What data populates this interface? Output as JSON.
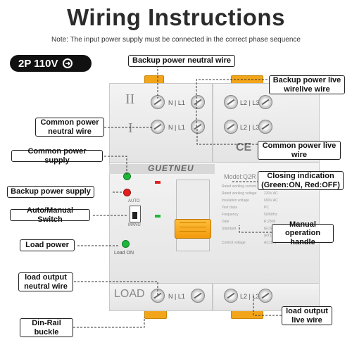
{
  "header": {
    "title": "Wiring Instructions",
    "note": "Note: The input power supply must be connected in the correct phase sequence",
    "badge": "2P 110V"
  },
  "callouts": {
    "backup_neutral": "Backup power neutral wire",
    "backup_live": "Backup power live wirelive wire",
    "common_neutral": "Common power neutral wire",
    "common_live": "Common power live wire",
    "common_supply": "Common power supply",
    "backup_supply": "Backup power supply",
    "closing_indication": "Closing indication (Green:ON, Red:OFF)",
    "auto_manual": "Auto/Manual Switch",
    "load_power": "Load power",
    "manual_handle": "Manual operation handle",
    "load_neutral": "load output neutral wire",
    "load_live": "load output live wire",
    "din_rail": "Din-Rail buckle"
  },
  "device": {
    "brand": "GUETNEU",
    "model": "Model:Q2R",
    "section_ii": "II",
    "section_i": "I",
    "load_label": "LOAD",
    "term_n_l1": "N | L1",
    "term_l2_l3": "L2 | L3",
    "auto": "AUTO",
    "manu": "MANU",
    "load_on": "Load ON",
    "ce": "CE",
    "specs": [
      {
        "k": "Rated working current",
        "v": "63A"
      },
      {
        "k": "Rated working voltage",
        "v": "220V AC"
      },
      {
        "k": "Insulation voltage",
        "v": "690V AC"
      },
      {
        "k": "Test class",
        "v": "PC"
      },
      {
        "k": "Frequency",
        "v": "50/60Hz"
      },
      {
        "k": "Date",
        "v": "R.2508"
      },
      {
        "k": "Standard",
        "v": "IEC60947"
      },
      {
        "k": "",
        "v": "(RT16-00/63A)"
      },
      {
        "k": "Control voltage",
        "v": "AC110V"
      }
    ]
  },
  "colors": {
    "accent_orange": "#f3a51a",
    "indicator_green": "#1db83a",
    "indicator_red": "#e02020",
    "badge_bg": "#111111"
  }
}
